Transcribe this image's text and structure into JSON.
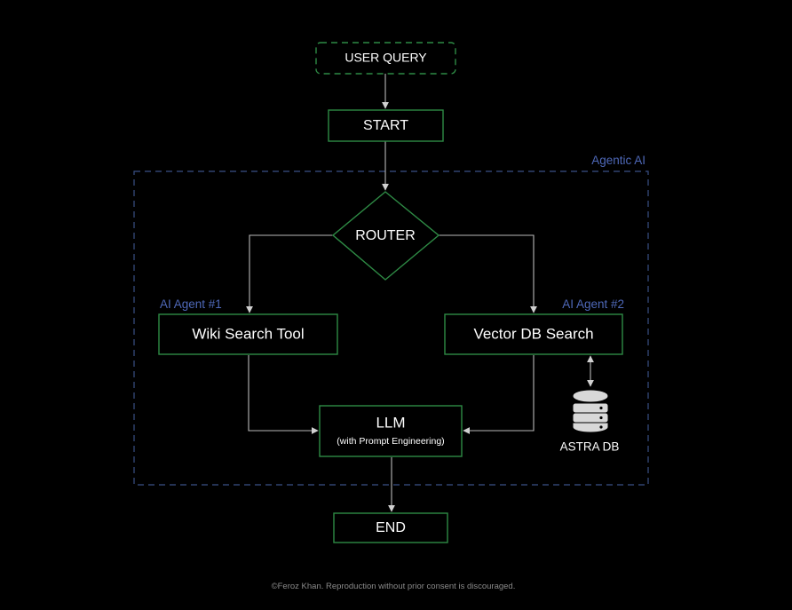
{
  "nodes": {
    "user_query": "USER QUERY",
    "start": "START",
    "router": "ROUTER",
    "wiki_search": "Wiki Search Tool",
    "vector_search": "Vector DB Search",
    "llm": "LLM",
    "llm_sub": "(with Prompt Engineering)",
    "end": "END",
    "astra_db": "ASTRA DB"
  },
  "groups": {
    "agentic_ai": "Agentic AI",
    "agent1": "AI Agent #1",
    "agent2": "AI Agent #2"
  },
  "footer": "©Feroz Khan. Reproduction without prior consent is discouraged.",
  "colors": {
    "background": "#000000",
    "node_border": "#2e8b45",
    "group_border": "#3a4f86",
    "group_label": "#4e68b8",
    "edge": "#b8b8b8",
    "text": "#ffffff",
    "database_icon": "#d8d8d8"
  },
  "icons": {
    "database": "database-icon"
  }
}
